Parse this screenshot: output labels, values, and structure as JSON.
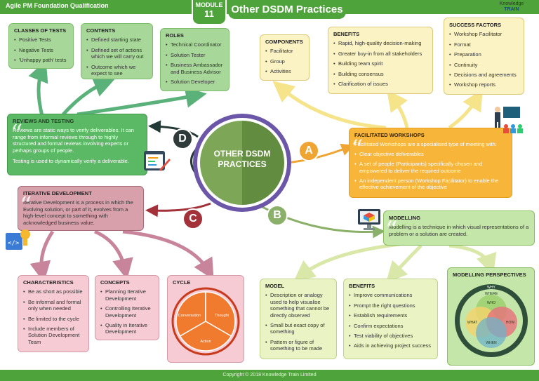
{
  "header": {
    "left_title": "Agile PM Foundation Qualification",
    "module_label": "MODULE",
    "module_number": "11",
    "title": "Other DSDM Practices",
    "logo_line1": "Knowledge",
    "logo_line2": "TRAIN"
  },
  "center": {
    "line1": "OTHER DSDM",
    "line2": "PRACTICES"
  },
  "letters": {
    "a": "A",
    "b": "B",
    "c": "C",
    "d": "D"
  },
  "classes_of_tests": {
    "title": "CLASSES OF TESTS",
    "items": [
      "Positive Tests",
      "Negative Tests",
      "'Unhappy path' tests"
    ]
  },
  "contents": {
    "title": "CONTENTS",
    "items": [
      "Defined starting state",
      "Defined set of actions which we will carry out",
      "Outcome which we expect to see"
    ]
  },
  "roles": {
    "title": "ROLES",
    "items": [
      "Technical Coordinator",
      "Solution Tester",
      "Business Ambassador and Business Advisor",
      "Solution Developer"
    ]
  },
  "components": {
    "title": "COMPONENTS",
    "items": [
      "Facilitator",
      "Group",
      "Activities"
    ]
  },
  "benefits_top": {
    "title": "BENEFITS",
    "items": [
      "Rapid, high-quality decision-making",
      "Greater buy-in from all stakeholders",
      "Building team spirit",
      "Building consensus",
      "Clarification of issues"
    ]
  },
  "success_factors": {
    "title": "SUCCESS FACTORS",
    "items": [
      "Workshop Facilitator",
      "Format",
      "Preparation",
      "Continuity",
      "Decisions and agreements",
      "Workshop reports"
    ]
  },
  "reviews": {
    "title": "REVIEWS AND TESTING",
    "para1": "Reviews are static ways to verify deliverables. It can range from informal reviews through to highly structured and formal reviews involving experts or perhaps groups of people.",
    "para2": "Testing is used to dynamically verify a deliverable."
  },
  "facilitated": {
    "title": "FACILITATED WORKSHOPS",
    "intro": "Facilitated Workshops are a specialised type of meeting with:",
    "items": [
      "Clear objective deliverables",
      "A set of people (Participants) specifically chosen and empowered to deliver the required outcome",
      "An independent person (Workshop Facilitator) to enable the effective achievement of the objective"
    ]
  },
  "iterative": {
    "title": "ITERATIVE DEVELOPMENT",
    "text": "Iterative Development is a process in which the Evolving solution, or part of it, evolves from a high-level concept to something with acknowledged business value."
  },
  "modelling": {
    "title": "MODELLING",
    "text": "Modelling is a technique in which visual representations of a problem or a solution are created."
  },
  "characteristics": {
    "title": "CHARACTERISTICS",
    "items": [
      "Be as short as possible",
      "Be informal and formal only when needed",
      "Be limited to the cycle",
      "Include members of Solution Development Team"
    ]
  },
  "concepts": {
    "title": "CONCEPTS",
    "items": [
      "Planning Iterative Development",
      "Controlling Iterative Development",
      "Quality in Iterative Development"
    ]
  },
  "cycle": {
    "title": "CYCLE",
    "segments": [
      "Conversation",
      "Thought",
      "Action"
    ]
  },
  "model": {
    "title": "MODEL",
    "items": [
      "Description or analogy used to help visualise something that cannot be directly observed",
      "Small but exact copy of something",
      "Pattern or figure of something to be made"
    ]
  },
  "benefits_bottom": {
    "title": "BENEFITS",
    "items": [
      "Improve communications",
      "Prompt the right questions",
      "Establish requirements",
      "Confirm expectations",
      "Test viability of objectives",
      "Aids in achieving project success"
    ]
  },
  "perspectives": {
    "title": "MODELLING PERSPECTIVES",
    "labels": [
      "WHY",
      "WHERE",
      "WHO",
      "WHAT",
      "HOW",
      "WHEN"
    ]
  },
  "footer": {
    "text": "Copyright © 2018  Knowledge Train Limited"
  },
  "colors": {
    "brand_green": "#4fa33b",
    "center_green": "#6e9a4a",
    "ring_purple": "#6b56a8",
    "letter_a": "#f0a431",
    "letter_b": "#8bb06a",
    "letter_c": "#a3313a",
    "letter_d": "#2f3b3a"
  }
}
